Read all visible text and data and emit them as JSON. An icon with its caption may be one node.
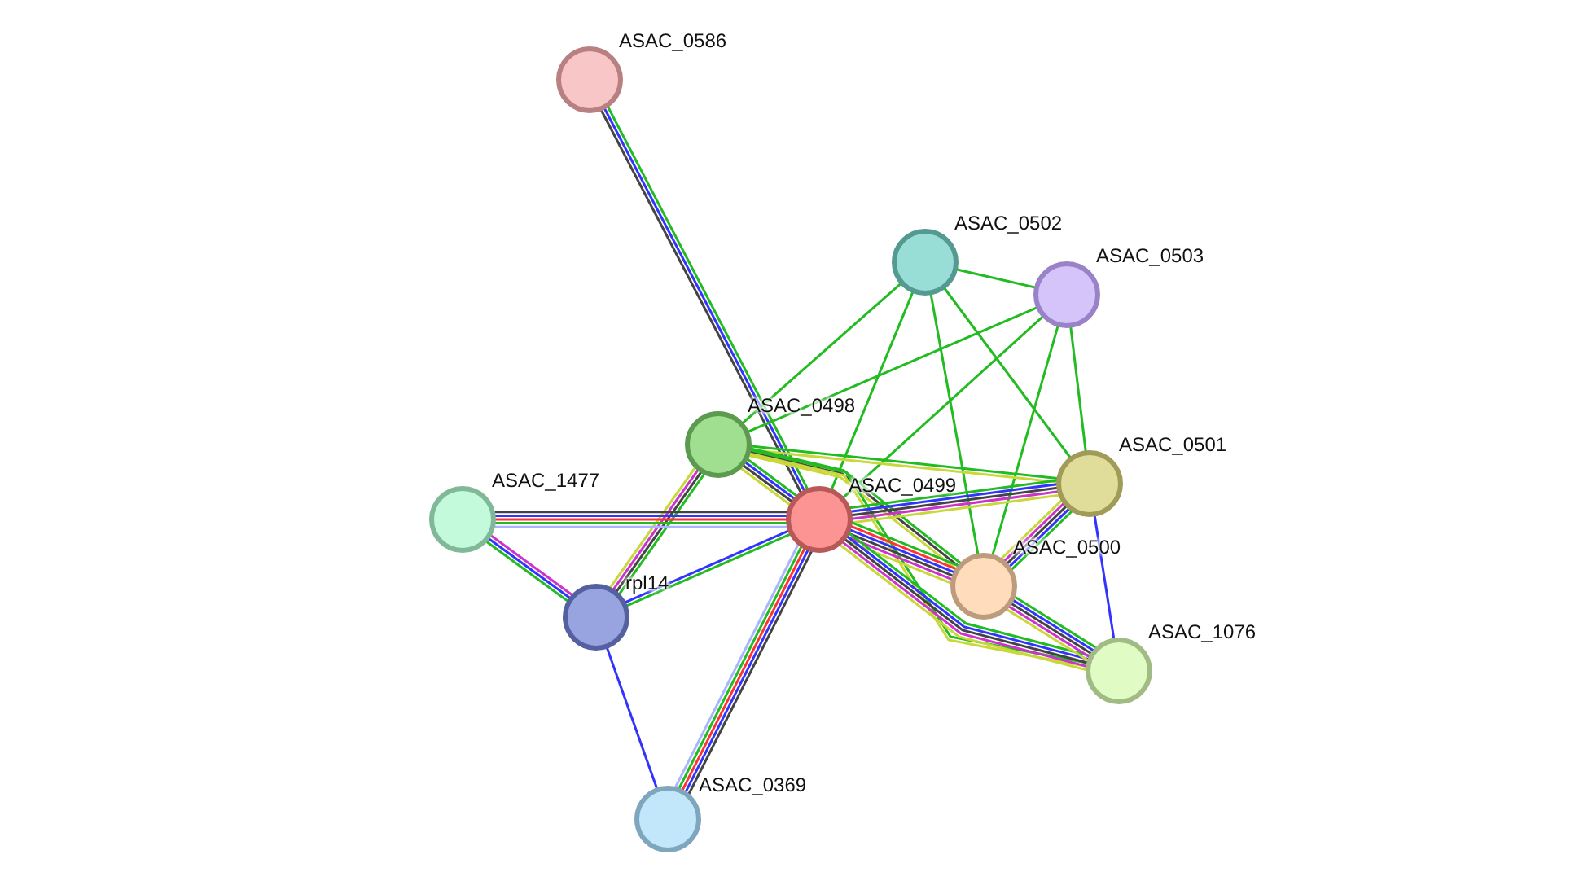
{
  "diagram": {
    "nodes": [
      {
        "text": [
          "ASAC_0586"
        ]
      },
      {
        "text": [
          "ASAC_0502"
        ]
      },
      {
        "text": [
          "ASAC_0503"
        ]
      },
      {
        "text": [
          "ASAC_0498"
        ]
      },
      {
        "text": [
          "ASAC_1477"
        ]
      },
      {
        "text": [
          "ASAC_0499"
        ]
      },
      {
        "text": [
          "ASAC_0501"
        ]
      },
      {
        "text": [
          "rpl14"
        ]
      },
      {
        "text": [
          "ASAC_0500"
        ]
      },
      {
        "text": [
          "ASAC_1076"
        ]
      },
      {
        "text": [
          "ASAC_0369"
        ]
      }
    ],
    "edges": [
      {
        "from": 0,
        "to": 5,
        "arrow": "none",
        "color": "#22bb22"
      },
      {
        "from": 0,
        "to": 5,
        "arrow": "none",
        "color": "#3333ff"
      },
      {
        "from": 0,
        "to": 5,
        "arrow": "none",
        "color": "#444444"
      },
      {
        "from": 1,
        "to": 2,
        "arrow": "none",
        "color": "#22bb22"
      },
      {
        "from": 1,
        "to": 3,
        "arrow": "none",
        "color": "#22bb22"
      },
      {
        "from": 1,
        "to": 5,
        "arrow": "none",
        "color": "#22bb22"
      },
      {
        "from": 1,
        "to": 8,
        "arrow": "none",
        "color": "#22bb22"
      },
      {
        "from": 1,
        "to": 6,
        "arrow": "none",
        "color": "#22bb22"
      },
      {
        "from": 2,
        "to": 3,
        "arrow": "none",
        "color": "#22bb22"
      },
      {
        "from": 2,
        "to": 5,
        "arrow": "none",
        "color": "#22bb22"
      },
      {
        "from": 2,
        "to": 8,
        "arrow": "none",
        "color": "#22bb22"
      },
      {
        "from": 2,
        "to": 6,
        "arrow": "none",
        "color": "#22bb22"
      },
      {
        "from": 3,
        "to": 5,
        "arrow": "none",
        "color": "#22bb22"
      },
      {
        "from": 3,
        "to": 5,
        "arrow": "none",
        "color": "#3333ff"
      },
      {
        "from": 3,
        "to": 5,
        "arrow": "none",
        "color": "#444444"
      },
      {
        "from": 3,
        "to": 5,
        "arrow": "none",
        "color": "#c8d838"
      },
      {
        "from": 3,
        "to": 6,
        "arrow": "none",
        "color": "#22bb22"
      },
      {
        "from": 3,
        "to": 6,
        "arrow": "none",
        "color": "#c8d838"
      },
      {
        "from": 3,
        "to": 8,
        "arrow": "none",
        "color": "#22bb22"
      },
      {
        "from": 3,
        "to": 8,
        "arrow": "none",
        "color": "#444444"
      },
      {
        "from": 3,
        "to": 8,
        "arrow": "none",
        "color": "#c8d838"
      },
      {
        "from": 3,
        "to": 9,
        "arrow": "none",
        "color": "#22bb22"
      },
      {
        "from": 3,
        "to": 9,
        "arrow": "none",
        "color": "#c8d838"
      },
      {
        "from": 3,
        "to": 7,
        "arrow": "none",
        "color": "#22bb22"
      },
      {
        "from": 3,
        "to": 7,
        "arrow": "none",
        "color": "#444444"
      },
      {
        "from": 3,
        "to": 7,
        "arrow": "none",
        "color": "#cc33cc"
      },
      {
        "from": 3,
        "to": 7,
        "arrow": "none",
        "color": "#c8d838"
      },
      {
        "from": 4,
        "to": 5,
        "arrow": "none",
        "color": "#444444"
      },
      {
        "from": 4,
        "to": 5,
        "arrow": "none",
        "color": "#3333ff"
      },
      {
        "from": 4,
        "to": 5,
        "arrow": "none",
        "color": "#ff3333"
      },
      {
        "from": 4,
        "to": 5,
        "arrow": "none",
        "color": "#22bb22"
      },
      {
        "from": 4,
        "to": 5,
        "arrow": "none",
        "color": "#aab4ff"
      },
      {
        "from": 4,
        "to": 7,
        "arrow": "none",
        "color": "#cc33cc"
      },
      {
        "from": 4,
        "to": 7,
        "arrow": "none",
        "color": "#3333ff"
      },
      {
        "from": 4,
        "to": 7,
        "arrow": "none",
        "color": "#22bb22"
      },
      {
        "from": 7,
        "to": 5,
        "arrow": "none",
        "color": "#22bb22"
      },
      {
        "from": 7,
        "to": 5,
        "arrow": "none",
        "color": "#3333ff"
      },
      {
        "from": 7,
        "to": 10,
        "arrow": "none",
        "color": "#3333ff"
      },
      {
        "from": 5,
        "to": 10,
        "arrow": "none",
        "color": "#444444"
      },
      {
        "from": 5,
        "to": 10,
        "arrow": "none",
        "color": "#3333ff"
      },
      {
        "from": 5,
        "to": 10,
        "arrow": "none",
        "color": "#ff3333"
      },
      {
        "from": 5,
        "to": 10,
        "arrow": "none",
        "color": "#22bb22"
      },
      {
        "from": 5,
        "to": 10,
        "arrow": "none",
        "color": "#aab4ff"
      },
      {
        "from": 5,
        "to": 6,
        "arrow": "none",
        "color": "#22bb22"
      },
      {
        "from": 5,
        "to": 6,
        "arrow": "none",
        "color": "#3333ff"
      },
      {
        "from": 5,
        "to": 6,
        "arrow": "none",
        "color": "#444444"
      },
      {
        "from": 5,
        "to": 6,
        "arrow": "none",
        "color": "#cc33cc"
      },
      {
        "from": 5,
        "to": 6,
        "arrow": "none",
        "color": "#c8d838"
      },
      {
        "from": 5,
        "to": 8,
        "arrow": "none",
        "color": "#22bb22"
      },
      {
        "from": 5,
        "to": 8,
        "arrow": "none",
        "color": "#ff3333"
      },
      {
        "from": 5,
        "to": 8,
        "arrow": "none",
        "color": "#3333ff"
      },
      {
        "from": 5,
        "to": 8,
        "arrow": "none",
        "color": "#444444"
      },
      {
        "from": 5,
        "to": 8,
        "arrow": "none",
        "color": "#cc33cc"
      },
      {
        "from": 5,
        "to": 8,
        "arrow": "none",
        "color": "#c8d838"
      },
      {
        "from": 5,
        "to": 9,
        "arrow": "none",
        "color": "#22bb22"
      },
      {
        "from": 5,
        "to": 9,
        "arrow": "none",
        "color": "#3333ff"
      },
      {
        "from": 5,
        "to": 9,
        "arrow": "none",
        "color": "#444444"
      },
      {
        "from": 5,
        "to": 9,
        "arrow": "none",
        "color": "#cc33cc"
      },
      {
        "from": 5,
        "to": 9,
        "arrow": "none",
        "color": "#c8d838"
      },
      {
        "from": 6,
        "to": 8,
        "arrow": "none",
        "color": "#22bb22"
      },
      {
        "from": 6,
        "to": 8,
        "arrow": "none",
        "color": "#3333ff"
      },
      {
        "from": 6,
        "to": 8,
        "arrow": "none",
        "color": "#444444"
      },
      {
        "from": 6,
        "to": 8,
        "arrow": "none",
        "color": "#cc33cc"
      },
      {
        "from": 6,
        "to": 8,
        "arrow": "none",
        "color": "#c8d838"
      },
      {
        "from": 6,
        "to": 9,
        "arrow": "none",
        "color": "#3333ff"
      },
      {
        "from": 8,
        "to": 9,
        "arrow": "none",
        "color": "#22bb22"
      },
      {
        "from": 8,
        "to": 9,
        "arrow": "none",
        "color": "#3333ff"
      },
      {
        "from": 8,
        "to": 9,
        "arrow": "none",
        "color": "#444444"
      },
      {
        "from": 8,
        "to": 9,
        "arrow": "none",
        "color": "#cc33cc"
      },
      {
        "from": 8,
        "to": 9,
        "arrow": "none",
        "color": "#c8d838"
      }
    ]
  }
}
